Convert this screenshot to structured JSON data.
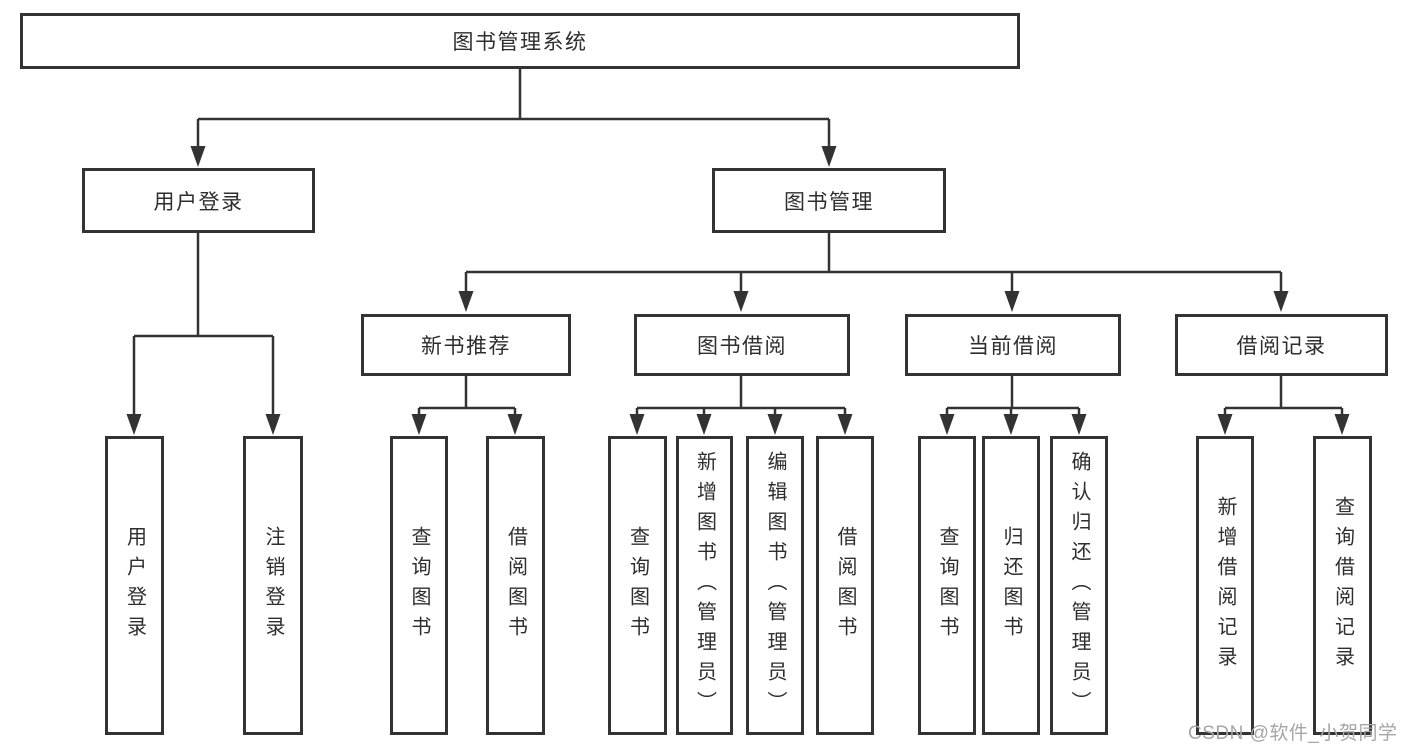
{
  "diagram": {
    "type": "tree",
    "root": {
      "label": "图书管理系统",
      "children": [
        {
          "label": "用户登录",
          "children": [
            {
              "label": "用户登录"
            },
            {
              "label": "注销登录"
            }
          ]
        },
        {
          "label": "图书管理",
          "children": [
            {
              "label": "新书推荐",
              "children": [
                {
                  "label": "查询图书"
                },
                {
                  "label": "借阅图书"
                }
              ]
            },
            {
              "label": "图书借阅",
              "children": [
                {
                  "label": "查询图书"
                },
                {
                  "label": "新增图书（管理员）"
                },
                {
                  "label": "编辑图书（管理员）"
                },
                {
                  "label": "借阅图书"
                }
              ]
            },
            {
              "label": "当前借阅",
              "children": [
                {
                  "label": "查询图书"
                },
                {
                  "label": "归还图书"
                },
                {
                  "label": "确认归还（管理员）"
                }
              ]
            },
            {
              "label": "借阅记录",
              "children": [
                {
                  "label": "新增借阅记录"
                },
                {
                  "label": "查询借阅记录"
                }
              ]
            }
          ]
        }
      ]
    }
  },
  "watermark": "CSDN @软件_小贺同学",
  "colors": {
    "line": "#333333",
    "box_border": "#333333",
    "text": "#2e2e2e",
    "watermark": "#a6a6a6",
    "background": "#ffffff"
  }
}
